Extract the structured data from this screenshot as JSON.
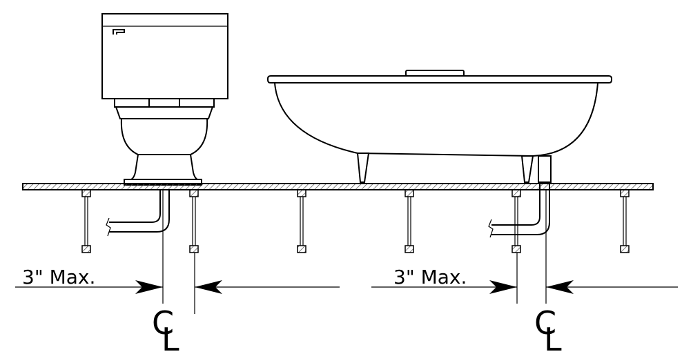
{
  "dimensions": [
    {
      "label": "3\" Max."
    },
    {
      "label": "3\" Max."
    }
  ],
  "centerline": {
    "c": "C",
    "l": "L"
  },
  "colors": {
    "line": "#000000",
    "hatch": "#888888",
    "background": "#ffffff"
  }
}
